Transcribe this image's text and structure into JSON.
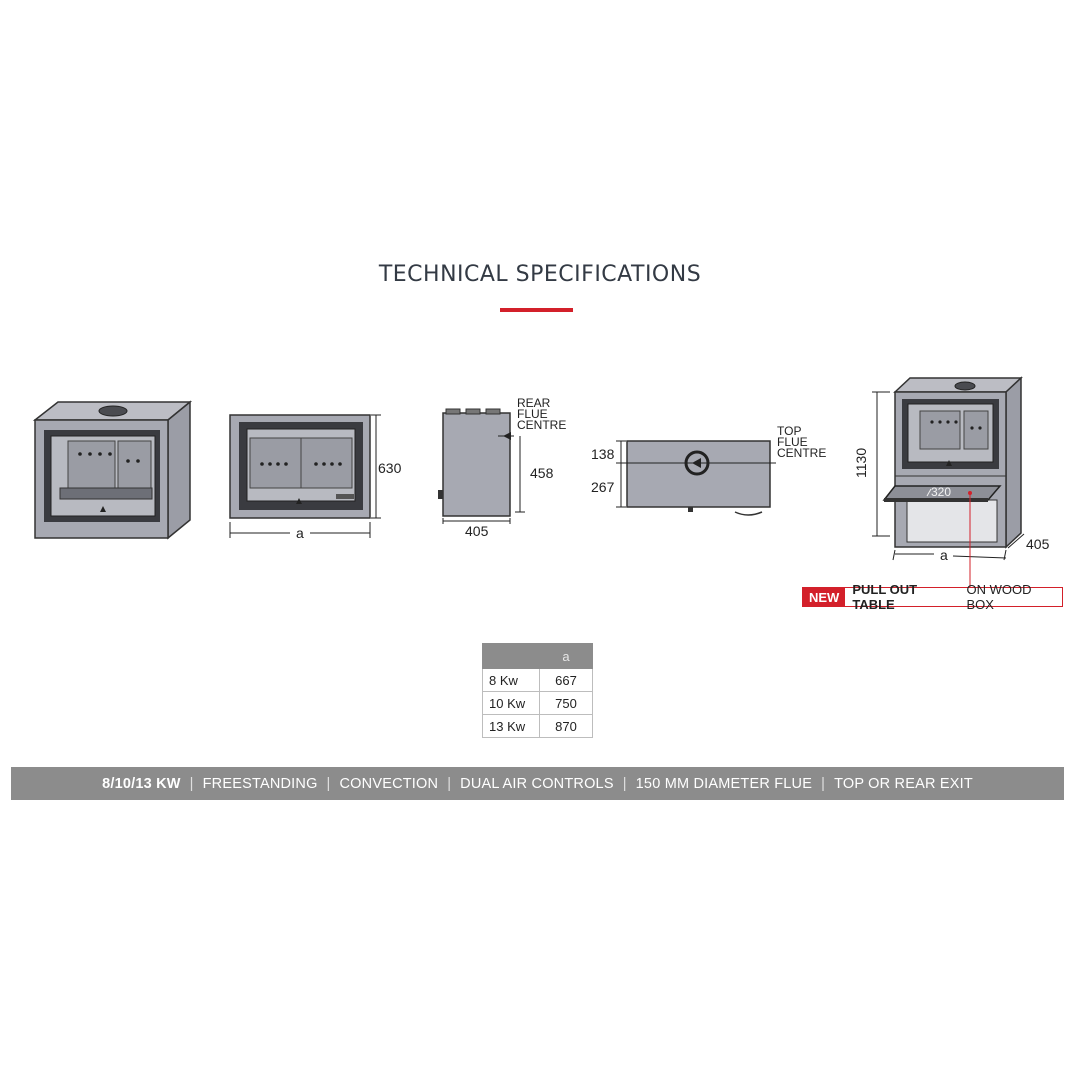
{
  "header": {
    "title": "TECHNICAL SPECIFICATIONS"
  },
  "drawings": {
    "front_height": "630",
    "front_width": "a",
    "side_depth": "405",
    "rear_flue_height": "458",
    "rear_flue_label": [
      "REAR",
      "FLUE",
      "CENTRE"
    ],
    "top_front_offset": "138",
    "top_rear_offset": "267",
    "top_flue_label": [
      "TOP",
      "FLUE",
      "CENTRE"
    ],
    "woodbox_height": "1130",
    "woodbox_table": "320",
    "woodbox_width": "a",
    "woodbox_depth": "405"
  },
  "badge": {
    "new": "NEW",
    "bold_text": "PULL OUT TABLE",
    "text": "ON WOOD BOX"
  },
  "table": {
    "header": [
      "",
      "a"
    ],
    "rows": [
      [
        "8 Kw",
        "667"
      ],
      [
        "10 Kw",
        "750"
      ],
      [
        "13 Kw",
        "870"
      ]
    ]
  },
  "features": {
    "power": "8/10/13 KW",
    "items": [
      "FREESTANDING",
      "CONVECTION",
      "DUAL AIR CONTROLS",
      "150 MM DIAMETER FLUE",
      "TOP OR REAR EXIT"
    ]
  },
  "colors": {
    "accent": "#d3202a",
    "bar": "#8c8c8c",
    "stove_body": "#a7a9b2",
    "stove_dark": "#3a3b40"
  }
}
